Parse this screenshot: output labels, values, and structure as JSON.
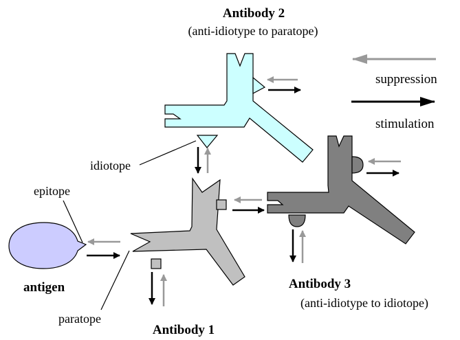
{
  "antibody2": {
    "title": "Antibody 2",
    "subtitle": "(anti-idiotype to paratope)",
    "color": "#ccffff"
  },
  "antibody1": {
    "title": "Antibody 1",
    "color": "#c0c0c0"
  },
  "antibody3": {
    "title": "Antibody 3",
    "subtitle": "(anti-idiotype to idiotope)",
    "color": "#808080"
  },
  "antigen": {
    "label": "antigen",
    "color": "#ccccff"
  },
  "labels": {
    "idiotope": "idiotope",
    "epitope": "epitope",
    "paratope": "paratope"
  },
  "legend": {
    "suppression": "suppression",
    "stimulation": "stimulation",
    "suppression_color": "#999999",
    "stimulation_color": "#000000"
  }
}
